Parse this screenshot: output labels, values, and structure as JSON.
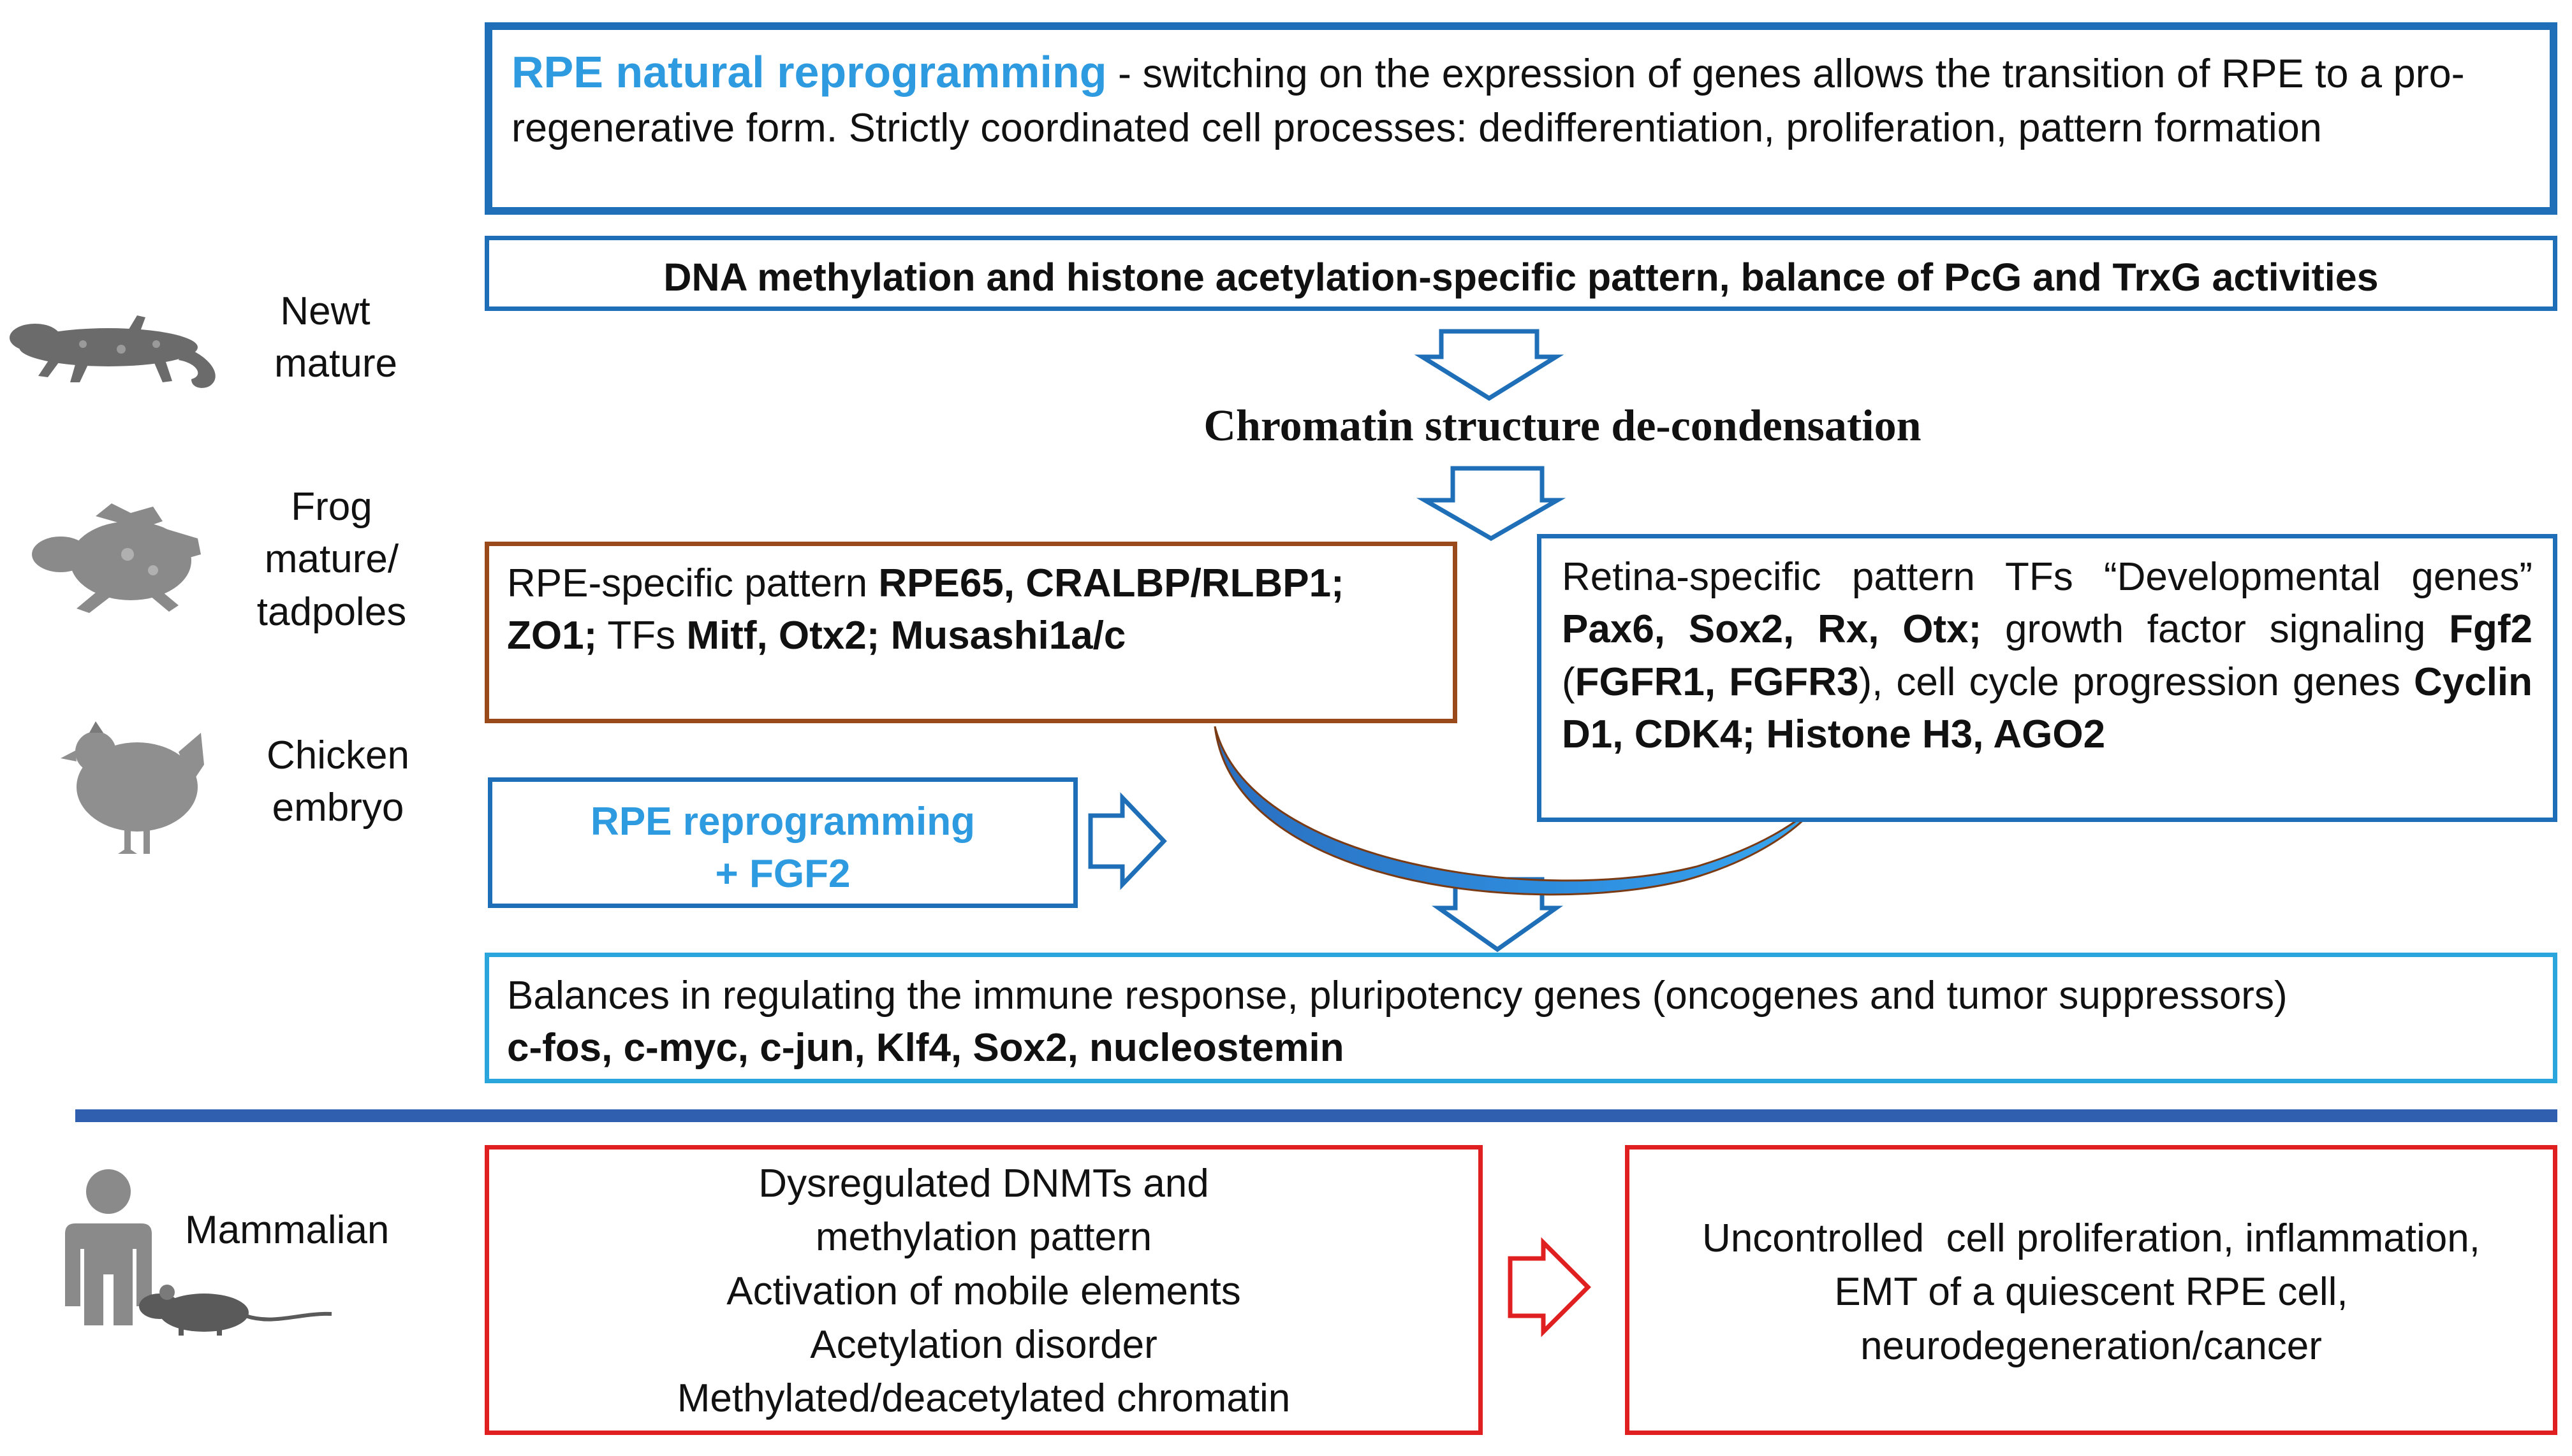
{
  "box_natural": {
    "title": "RPE natural reprogramming",
    "rest": " - switching on the expression of genes allows the transition of RPE to a pro-regenerative form. Strictly coordinated cell processes: dedifferentiation, proliferation, pattern formation"
  },
  "box_methylation": {
    "text": "DNA methylation and histone acetylation-specific pattern, balance of PcG and TrxG activities"
  },
  "chromatin": {
    "text": "Chromatin structure de-condensation"
  },
  "box_rpe_pattern": {
    "t1": "RPE-specific pattern ",
    "b1": "RPE65, CRALBP/RLBP1; ZO1;",
    "t2": " TFs ",
    "b2": "Mitf, Otx2; Musashi1a/c"
  },
  "box_retina": {
    "t1": "Retina-specific pattern TFs “Developmental genes” ",
    "b1": "Pax6, Sox2, Rx, Otx;",
    "t2": " growth factor signaling ",
    "b2": "Fgf2",
    "t3": " (",
    "b3": "FGFR1, FGFR3",
    "t4": "), cell cycle progression genes ",
    "b4": "Cyclin D1, CDK4; Histone H3, AGO2"
  },
  "box_fgf2": {
    "line1": "RPE reprogramming",
    "line2": "+ FGF2"
  },
  "box_immune": {
    "line1": "Balances in regulating the immune response, pluripotency genes (oncogenes and tumor suppressors)",
    "line2": "c-fos, c-myc, c-jun, Klf4, Sox2, nucleostemin"
  },
  "box_dysregulated": {
    "lines": [
      "Dysregulated DNMTs and",
      "methylation pattern",
      "Activation of mobile elements",
      "Acetylation disorder",
      "Methylated/deacetylated chromatin"
    ]
  },
  "box_uncontrolled": {
    "lines": [
      "Uncontrolled  cell proliferation, inflammation,",
      "EMT of a quiescent RPE cell,",
      "neurodegeneration/cancer"
    ]
  },
  "organisms": {
    "newt": [
      "Newt",
      "mature"
    ],
    "frog": [
      "Frog",
      "mature/",
      "tadpoles"
    ],
    "chicken": [
      "Chicken",
      "embryo"
    ],
    "mammalian": "Mammalian"
  },
  "colors": {
    "blue_dark": "#1f6fb8",
    "blue_light": "#2aa6dc",
    "title_blue": "#2e9be0",
    "brown": "#9a4a1a",
    "red": "#e02020",
    "divider": "#2f5fae"
  }
}
